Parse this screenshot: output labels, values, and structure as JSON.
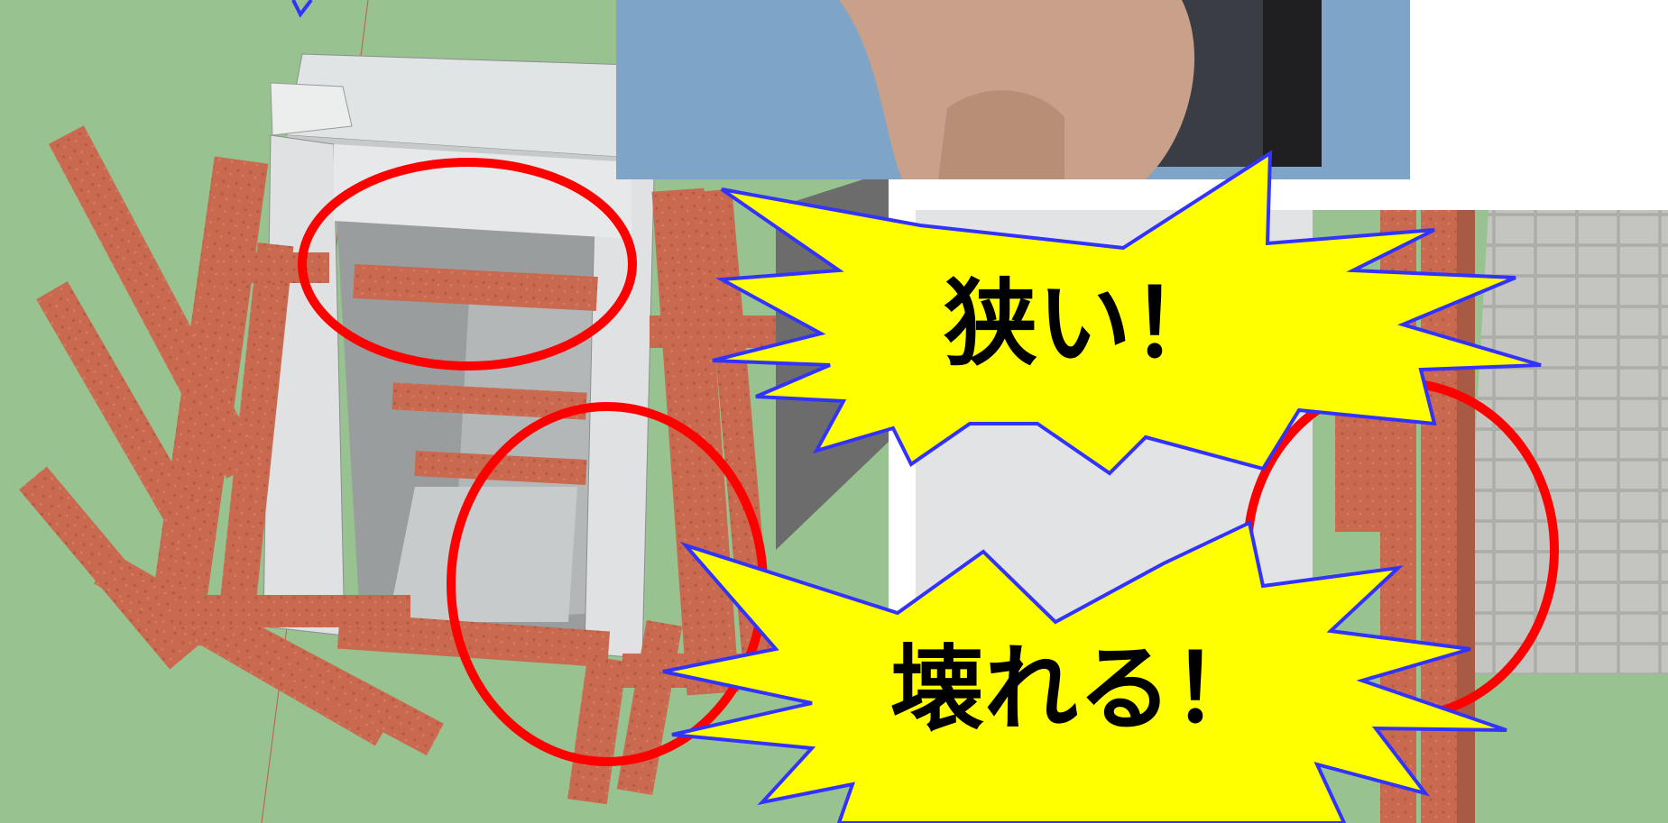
{
  "callouts": {
    "narrow": "狭い！",
    "break": "壊れる！"
  },
  "colors": {
    "background_green": "#98c290",
    "lumber_brick": "#c9694f",
    "concrete": "#d9dcdd",
    "tablet_screen": "#7ea4c8",
    "highlight_circle": "#ff0000",
    "burst_fill": "#ffff00",
    "burst_outline": "#3333ff",
    "callout_text": "#000000"
  },
  "panels": {
    "left": "3d-model-formwork-top-view",
    "top": "photo-finger-on-tablet",
    "right": "3d-model-formwork-side-view"
  }
}
